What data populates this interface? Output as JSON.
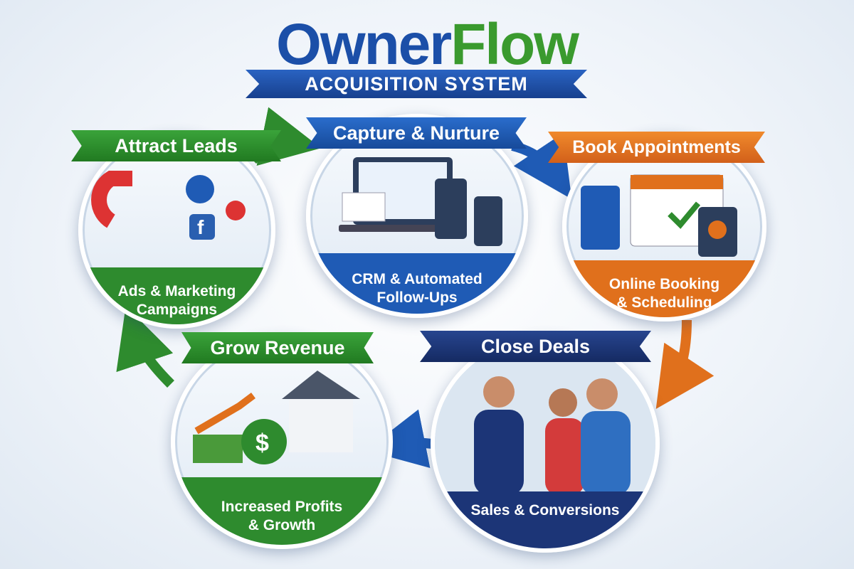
{
  "header": {
    "title_part1": "Owner",
    "title_part2": "Flow",
    "subtitle": "ACQUISITION SYSTEM"
  },
  "steps": [
    {
      "title": "Attract Leads",
      "caption_line1": "Ads & Marketing",
      "caption_line2": "Campaigns",
      "color": "#2e8b2e"
    },
    {
      "title": "Capture & Nurture",
      "caption_line1": "CRM & Automated",
      "caption_line2": "Follow-Ups",
      "color": "#1f5bb5"
    },
    {
      "title": "Book Appointments",
      "caption_line1": "Online Booking",
      "caption_line2": "& Scheduling",
      "color": "#e0701c"
    },
    {
      "title": "Close Deals",
      "caption_line1": "Sales & Conversions",
      "color": "#1c3577"
    },
    {
      "title": "Grow Revenue",
      "caption_line1": "Increased Profits",
      "caption_line2": "& Growth",
      "color": "#2e8b2e"
    }
  ],
  "icons": {
    "social": "f"
  }
}
